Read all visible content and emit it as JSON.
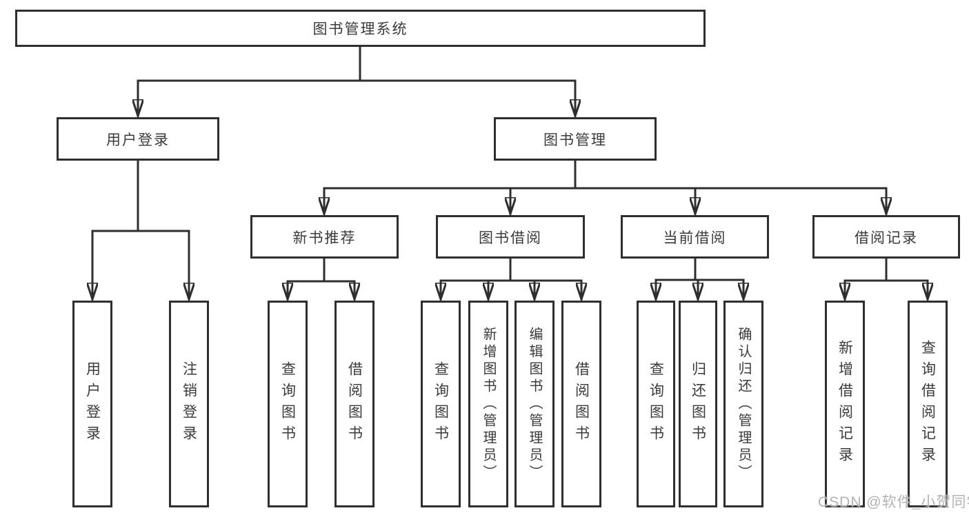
{
  "colors": {
    "line": "#2e2e2e",
    "box_border": "#2e2e2e",
    "text": "#3a3a3a",
    "background": "#ffffff",
    "watermark": "#b2b2b2"
  },
  "watermark": {
    "text": "CSDN @软件_小贺同学"
  },
  "tree": {
    "label": "图书管理系统",
    "children": [
      {
        "label": "用户登录",
        "children": [
          {
            "label": "用户登录"
          },
          {
            "label": "注销登录"
          }
        ]
      },
      {
        "label": "图书管理",
        "children": [
          {
            "label": "新书推荐",
            "children": [
              {
                "label": "查询图书"
              },
              {
                "label": "借阅图书"
              }
            ]
          },
          {
            "label": "图书借阅",
            "children": [
              {
                "label": "查询图书"
              },
              {
                "label": "新增图书（管理员）"
              },
              {
                "label": "编辑图书（管理员）"
              },
              {
                "label": "借阅图书"
              }
            ]
          },
          {
            "label": "当前借阅",
            "children": [
              {
                "label": "查询图书"
              },
              {
                "label": "归还图书"
              },
              {
                "label": "确认归还（管理员）"
              }
            ]
          },
          {
            "label": "借阅记录",
            "children": [
              {
                "label": "新增借阅记录"
              },
              {
                "label": "查询借阅记录"
              }
            ]
          }
        ]
      }
    ]
  }
}
